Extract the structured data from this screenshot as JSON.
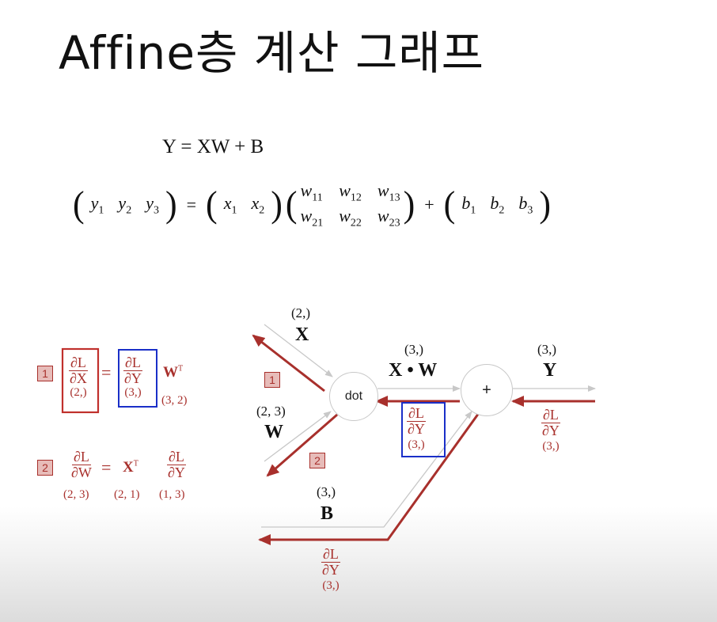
{
  "title": "Affine층 계산 그래프",
  "equation1": "Y = XW + B",
  "equation2": {
    "y": [
      "y",
      "y",
      "y"
    ],
    "y_sub": [
      "1",
      "2",
      "3"
    ],
    "x": [
      "x",
      "x"
    ],
    "x_sub": [
      "1",
      "2"
    ],
    "w": [
      "w",
      "w",
      "w",
      "w",
      "w",
      "w"
    ],
    "w_sub": [
      "11",
      "12",
      "13",
      "21",
      "22",
      "23"
    ],
    "b": [
      "b",
      "b",
      "b"
    ],
    "b_sub": [
      "1",
      "2",
      "3"
    ],
    "eq": "=",
    "plus": "+"
  },
  "graph": {
    "dot_label": "dot",
    "plus_label": "+",
    "X": {
      "label": "X",
      "shape": "(2,)"
    },
    "W": {
      "label": "W",
      "shape": "(2, 3)"
    },
    "XW": {
      "label": "X • W",
      "shape": "(3,)"
    },
    "Y": {
      "label": "Y",
      "shape": "(3,)"
    },
    "B": {
      "label": "B",
      "shape": "(3,)"
    },
    "grad_num": "∂L",
    "grad_den": "∂Y",
    "grad_shape": "(3,)",
    "badge1": "1",
    "badge2": "2"
  },
  "formula1": {
    "badge": "1",
    "lhs_num": "∂L",
    "lhs_den": "∂X",
    "lhs_shape": "(2,)",
    "eq": "=",
    "rhs_num": "∂L",
    "rhs_den": "∂Y",
    "rhs_shape": "(3,)",
    "mat": "W",
    "sup": "T",
    "mat_shape": "(3, 2)"
  },
  "formula2": {
    "badge": "2",
    "lhs_num": "∂L",
    "lhs_den": "∂W",
    "lhs_shape": "(2, 3)",
    "eq": "=",
    "mat": "X",
    "sup": "T",
    "mat_shape": "(2, 1)",
    "rhs_num": "∂L",
    "rhs_den": "∂Y",
    "rhs_shape": "(1, 3)"
  },
  "colors": {
    "red": "#a8302c",
    "blue": "#1a2fc8",
    "gray": "#c8c8c8"
  }
}
